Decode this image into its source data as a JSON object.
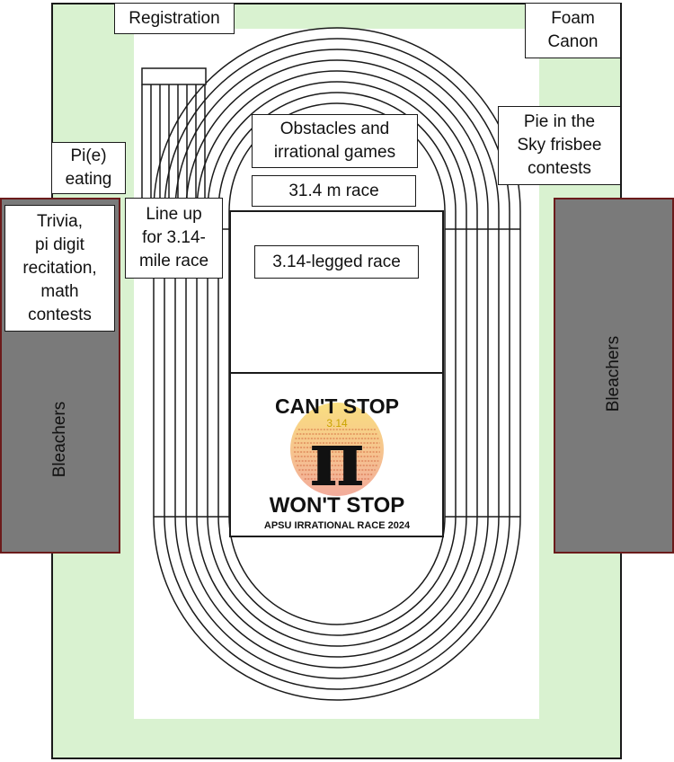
{
  "labels": {
    "registration": "Registration",
    "foam_canon": "Foam\nCanon",
    "obstacles": "Obstacles and\nirrational games",
    "pie_sky": "Pie in the\nSky frisbee\ncontests",
    "pie_eating": "Pi(e)\neating",
    "race_31": "31.4 m race",
    "trivia": "Trivia,\npi digit\nrecitation,\nmath\ncontests",
    "line_up": "Line up\nfor 3.14-\nmile race",
    "legged_race": "3.14-legged race",
    "bleachers_left": "Bleachers",
    "bleachers_right": "Bleachers"
  },
  "logo": {
    "top_text": "CAN'T STOP",
    "small_number": "3.14",
    "symbol": "π",
    "bottom_text": "WON'T STOP",
    "event": "APSU IRRATIONAL RACE 2024"
  },
  "colors": {
    "field_green": "#d9f2d0",
    "bleacher_gray": "#7a7a7a",
    "bleacher_border": "#6b1b1b",
    "logo_sun_top": "#f5c518",
    "logo_sun_bottom": "#e8674a"
  }
}
